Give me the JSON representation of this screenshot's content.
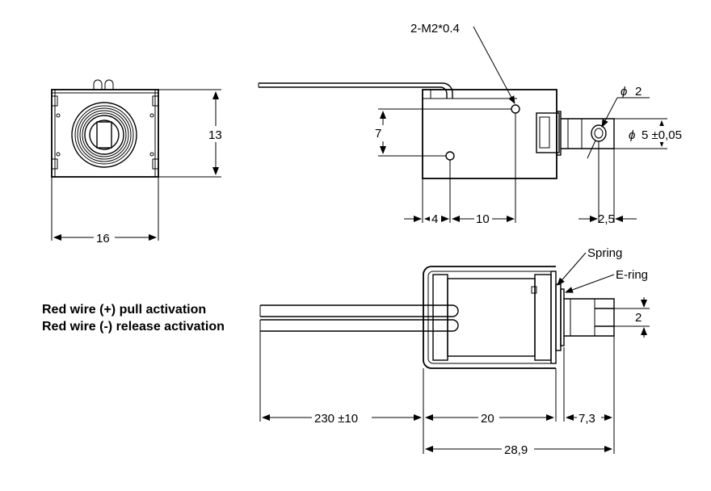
{
  "labels": {
    "screw_callout": "2-M2*0.4",
    "spring": "Spring",
    "ering": "E-ring",
    "wire_pull": "Red wire (+) pull activation",
    "wire_release": "Red wire (-) release activation"
  },
  "dims": {
    "front_height": "13",
    "front_width": "16",
    "hole_spacing_vertical": "7",
    "hole_offset": "4",
    "hole_spacing": "10",
    "pin_hole_diameter": "2",
    "plunger_diameter": "5 ±0,05",
    "pin_offset": "2,5",
    "slot_width": "2",
    "wire_length": "230 ±10",
    "body_length": "20",
    "plunger_stroke": "7,3",
    "overall_length": "28,9"
  },
  "symbols": {
    "diameter": "ϕ"
  }
}
